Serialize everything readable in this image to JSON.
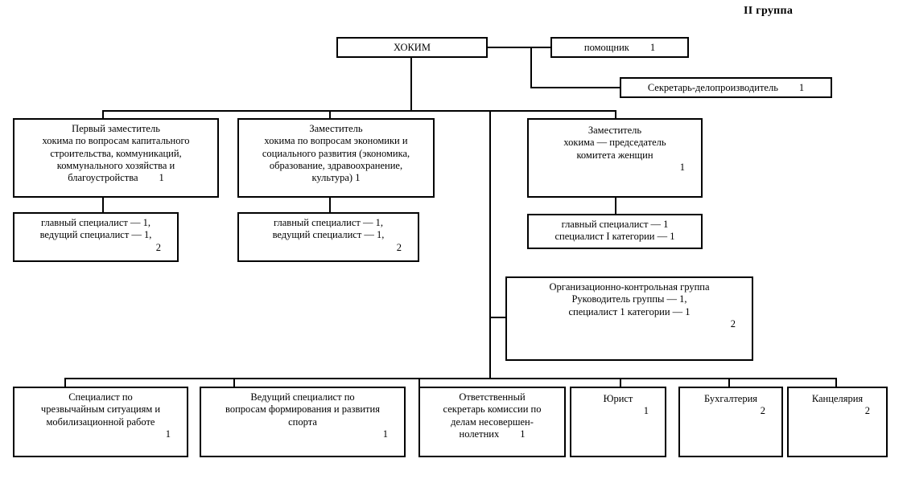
{
  "title": "II группа",
  "nodes": {
    "hokim": {
      "label": "ХОКИМ"
    },
    "assistant": {
      "label": "помощник",
      "count": "1"
    },
    "secretary": {
      "label": "Секретарь-делопроизводитель",
      "count": "1"
    },
    "deputy_first": {
      "lines": [
        "Первый заместитель",
        "хокима по вопросам капитального",
        "строительства, коммуникаций,",
        "коммунального хозяйства и",
        "благоустройства"
      ],
      "count": "1"
    },
    "deputy_economy": {
      "lines": [
        "Заместитель",
        "хокима по вопросам экономики и",
        "социального развития (экономика,",
        "образование, здравоохранение,",
        "культура)"
      ],
      "count": "1"
    },
    "deputy_women": {
      "lines": [
        "Заместитель",
        "хокима — председатель",
        "комитета женщин"
      ],
      "count": "1"
    },
    "spec_left": {
      "lines": [
        "главный специалист — 1,",
        "ведущий специалист — 1,"
      ],
      "count": "2"
    },
    "spec_mid": {
      "lines": [
        "главный специалист — 1,",
        "ведущий специалист — 1,"
      ],
      "count": "2"
    },
    "spec_right": {
      "lines": [
        "главный специалист — 1",
        "специалист I категории — 1"
      ]
    },
    "org_control_group": {
      "lines": [
        "Организационно-контрольная группа",
        "Руководитель группы — 1,",
        "специалист 1 категории — 1"
      ],
      "count": "2"
    },
    "emergency_spec": {
      "lines": [
        "Специалист по",
        "чрезвычайным ситуациям и",
        "мобилизационной работе"
      ],
      "count": "1"
    },
    "sport_spec": {
      "lines": [
        "Ведущий специалист по",
        "вопросам формирования и развития",
        "спорта"
      ],
      "count": "1"
    },
    "minors_secretary": {
      "lines": [
        "Ответственный",
        "секретарь комиссии по",
        "делам несовершен-",
        "нолетних"
      ],
      "count": "1"
    },
    "lawyer": {
      "label": "Юрист",
      "count": "1"
    },
    "accounting": {
      "label": "Бухгалтерия",
      "count": "2"
    },
    "chancellery": {
      "label": "Канцелярия",
      "count": "2"
    }
  }
}
